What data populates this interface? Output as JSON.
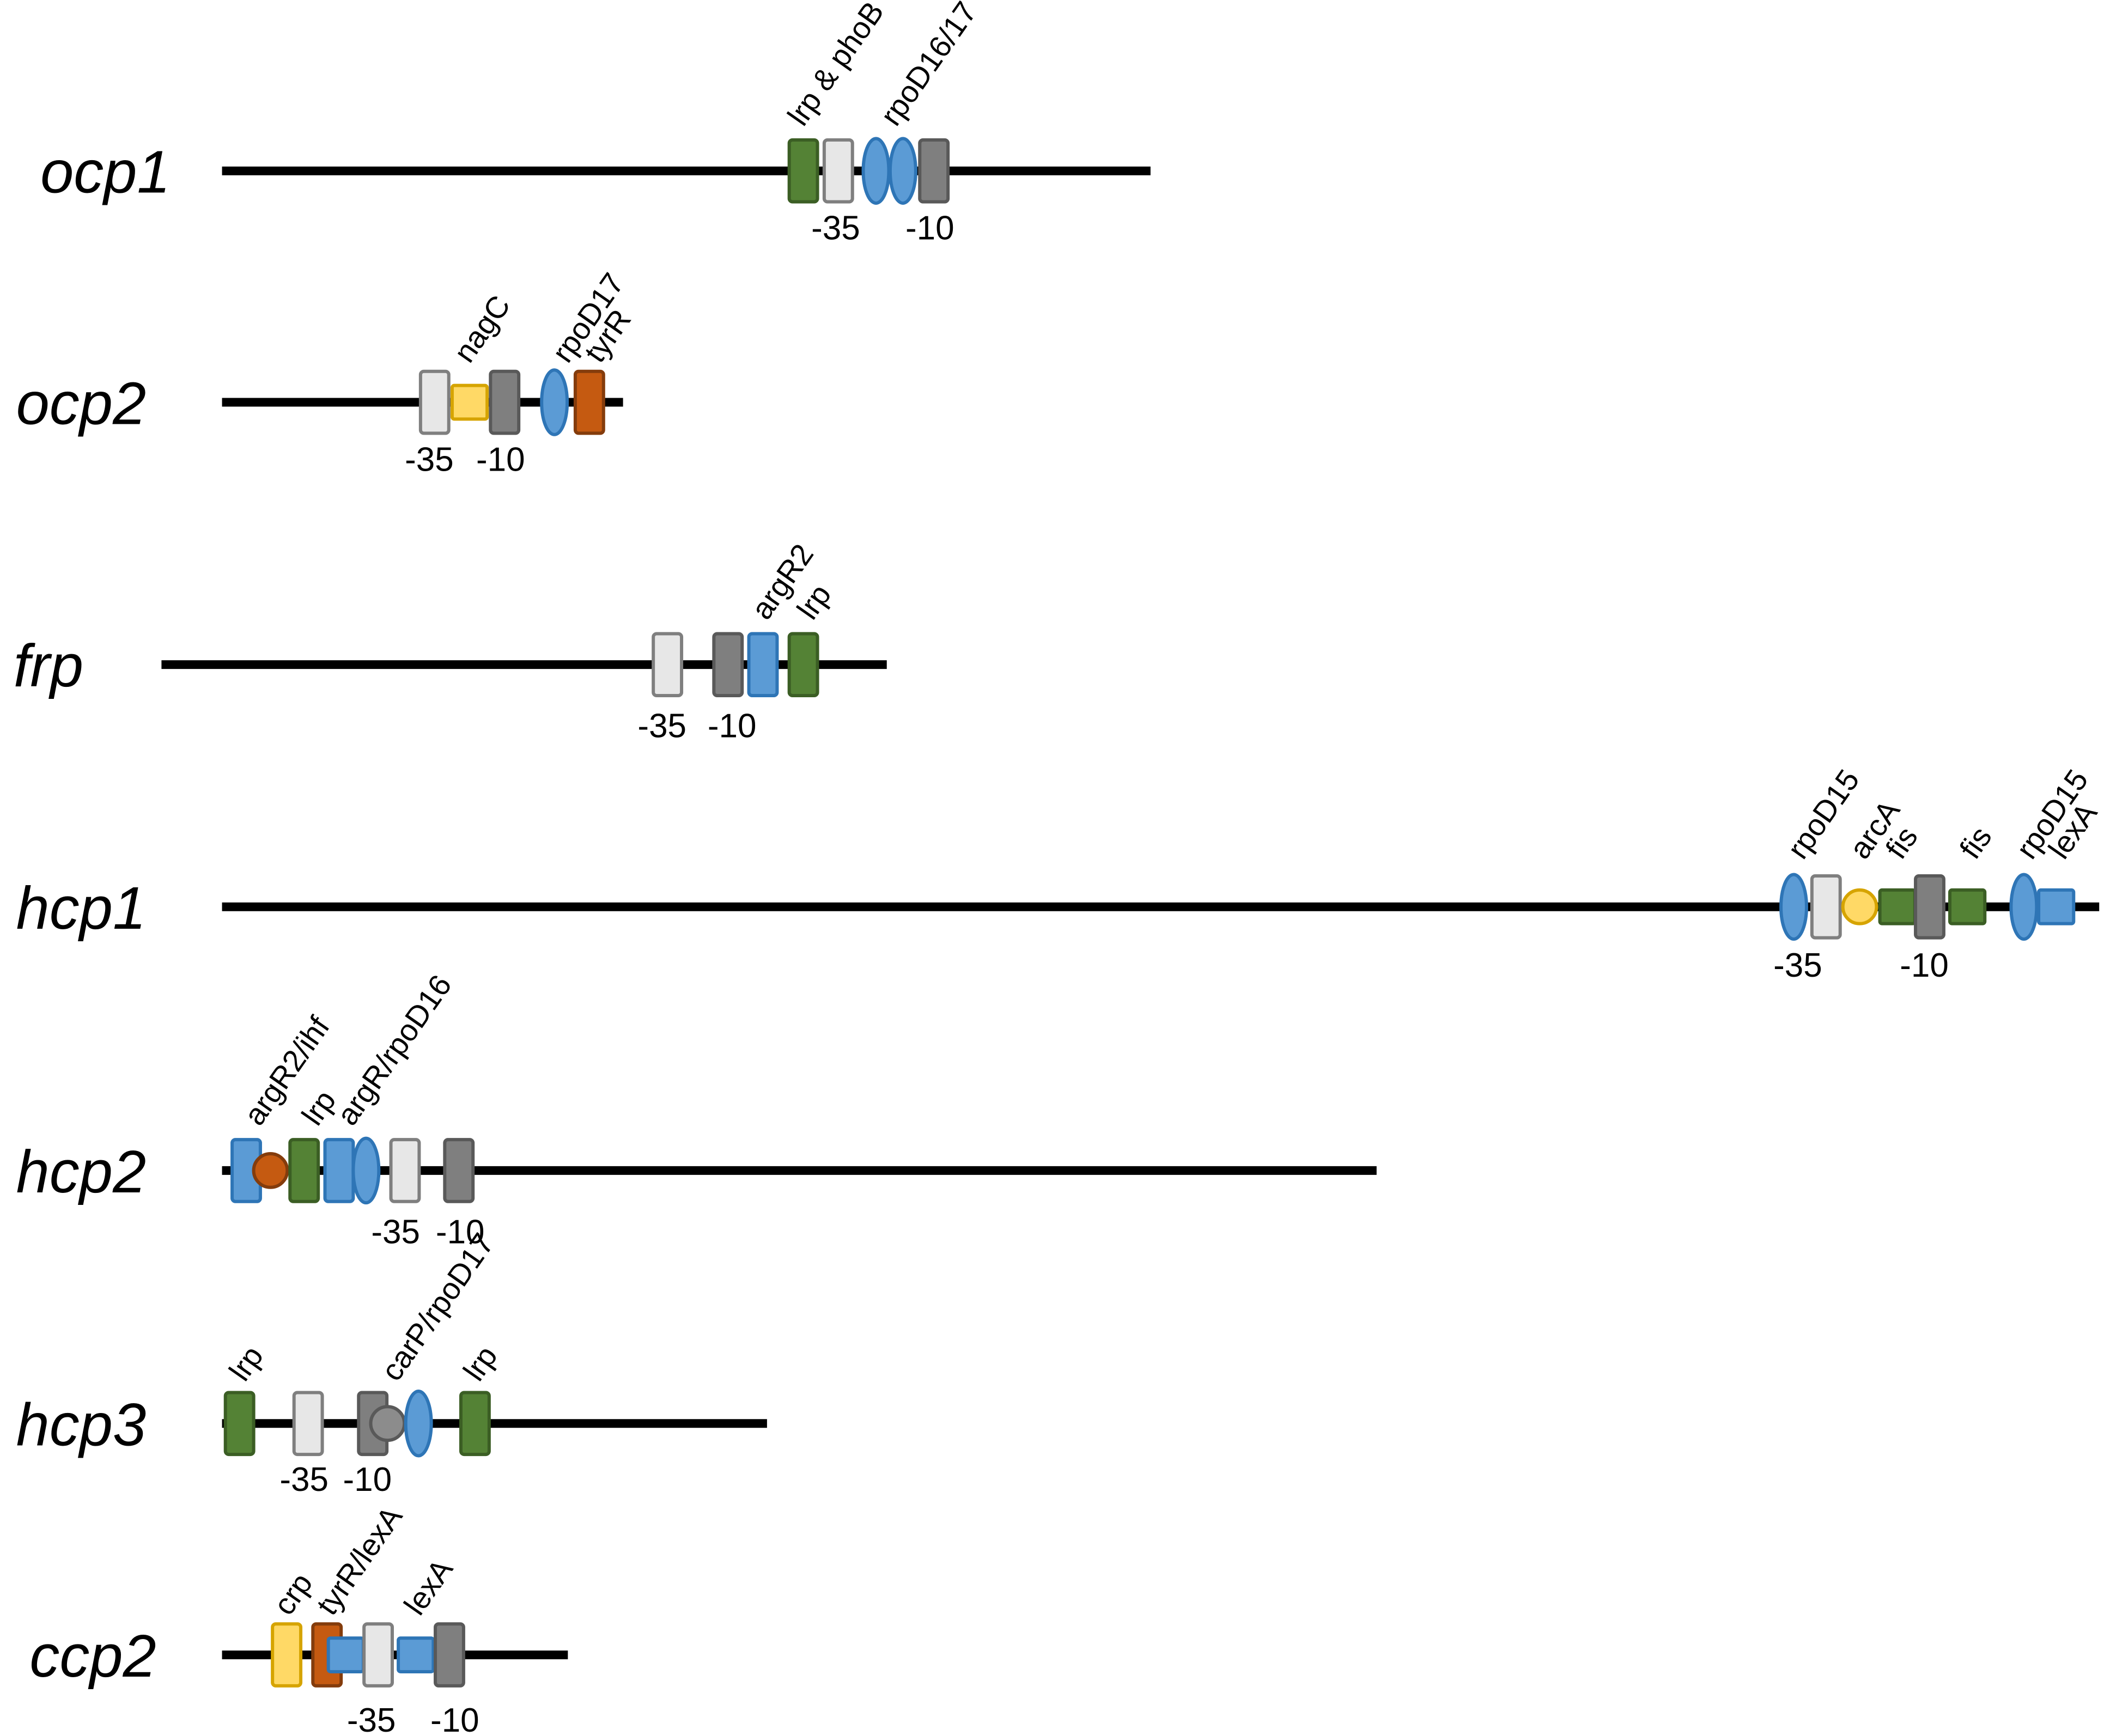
{
  "colors": {
    "green": "#548235",
    "green_stroke": "#3b5e24",
    "light_gray": "#e7e7e7",
    "light_gray_stroke": "#7f7f7f",
    "dark_gray": "#7f7f7f",
    "dark_gray_stroke": "#595959",
    "blue": "#5b9bd5",
    "blue_stroke": "#2e75b6",
    "yellow": "#ffd966",
    "yellow_stroke": "#d6a400",
    "orange": "#c55a11",
    "orange_stroke": "#843c0c",
    "circle_gray": "#8c8c8c",
    "line": "#000000"
  },
  "genes": [
    {
      "name": "ocp1",
      "elements": [
        {
          "shape": "rect",
          "color": "green"
        },
        {
          "shape": "rect",
          "color": "light_gray"
        },
        {
          "shape": "ellipse",
          "color": "blue"
        },
        {
          "shape": "ellipse",
          "color": "blue"
        },
        {
          "shape": "rect",
          "color": "dark_gray"
        }
      ],
      "site_labels": [
        "lrp & phoB",
        "rpoD16/17"
      ],
      "position_labels": [
        "-35",
        "-10"
      ]
    },
    {
      "name": "ocp2",
      "elements": [
        {
          "shape": "rect",
          "color": "light_gray"
        },
        {
          "shape": "square",
          "color": "yellow"
        },
        {
          "shape": "rect",
          "color": "dark_gray"
        },
        {
          "shape": "ellipse",
          "color": "blue"
        },
        {
          "shape": "rect",
          "color": "orange"
        }
      ],
      "site_labels": [
        "nagC",
        "rpoD17",
        "tyrR"
      ],
      "position_labels": [
        "-35",
        "-10"
      ]
    },
    {
      "name": "frp",
      "elements": [
        {
          "shape": "rect",
          "color": "light_gray"
        },
        {
          "shape": "rect",
          "color": "dark_gray"
        },
        {
          "shape": "rect",
          "color": "blue"
        },
        {
          "shape": "rect",
          "color": "green"
        }
      ],
      "site_labels": [
        "argR2",
        "lrp"
      ],
      "position_labels": [
        "-35",
        "-10"
      ]
    },
    {
      "name": "hcp1",
      "elements": [
        {
          "shape": "ellipse",
          "color": "blue"
        },
        {
          "shape": "rect",
          "color": "light_gray"
        },
        {
          "shape": "circle",
          "color": "yellow"
        },
        {
          "shape": "square",
          "color": "green"
        },
        {
          "shape": "rect",
          "color": "dark_gray"
        },
        {
          "shape": "square",
          "color": "green"
        },
        {
          "shape": "ellipse",
          "color": "blue"
        },
        {
          "shape": "square",
          "color": "blue"
        }
      ],
      "site_labels": [
        "rpoD15",
        "arcA",
        "fis",
        "fis",
        "rpoD15",
        "lexA"
      ],
      "position_labels": [
        "-35",
        "-10"
      ]
    },
    {
      "name": "hcp2",
      "elements": [
        {
          "shape": "rect",
          "color": "blue"
        },
        {
          "shape": "circle",
          "color": "orange"
        },
        {
          "shape": "rect",
          "color": "green"
        },
        {
          "shape": "rect",
          "color": "blue"
        },
        {
          "shape": "ellipse",
          "color": "blue"
        },
        {
          "shape": "rect",
          "color": "light_gray"
        },
        {
          "shape": "rect",
          "color": "dark_gray"
        }
      ],
      "site_labels": [
        "argR2/ihf",
        "lrp",
        "argR/rpoD16"
      ],
      "position_labels": [
        "-35",
        "-10"
      ]
    },
    {
      "name": "hcp3",
      "elements": [
        {
          "shape": "rect",
          "color": "green"
        },
        {
          "shape": "rect",
          "color": "light_gray"
        },
        {
          "shape": "rect",
          "color": "dark_gray"
        },
        {
          "shape": "circle",
          "color": "circle_gray"
        },
        {
          "shape": "ellipse",
          "color": "blue"
        },
        {
          "shape": "rect",
          "color": "green"
        }
      ],
      "site_labels": [
        "lrp",
        "carP/rpoD17",
        "lrp"
      ],
      "position_labels": [
        "-35",
        "-10"
      ]
    },
    {
      "name": "ccp2",
      "elements": [
        {
          "shape": "rect",
          "color": "yellow"
        },
        {
          "shape": "rect",
          "color": "orange"
        },
        {
          "shape": "square",
          "color": "blue"
        },
        {
          "shape": "rect",
          "color": "light_gray"
        },
        {
          "shape": "square",
          "color": "blue"
        },
        {
          "shape": "rect",
          "color": "dark_gray"
        }
      ],
      "site_labels": [
        "crp",
        "tyrR/lexA",
        "lexA"
      ],
      "position_labels": [
        "-35",
        "-10"
      ]
    }
  ]
}
